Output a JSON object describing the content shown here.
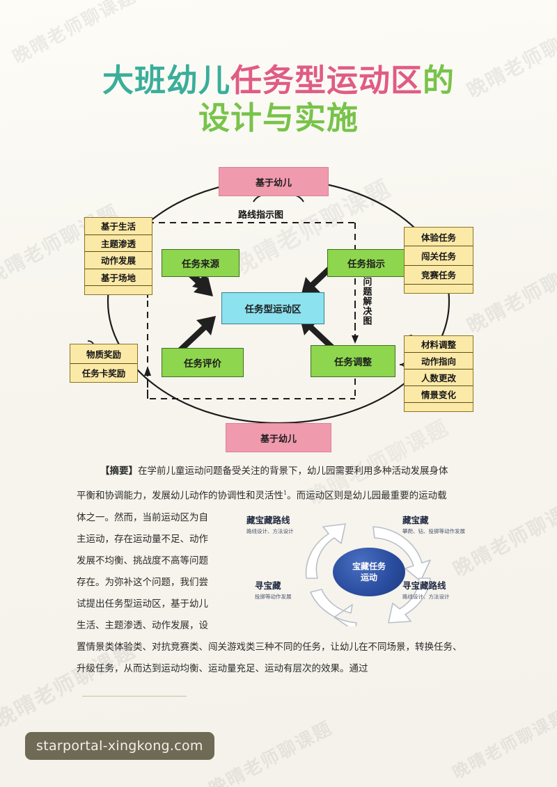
{
  "title": {
    "line1_part1": "大班幼儿",
    "line1_part2": "任务型运动区",
    "line1_part3": "的",
    "line2": "设计与实施"
  },
  "diagram": {
    "top_badge": "基于幼儿",
    "bottom_badge": "基于幼儿",
    "caption_top": "路线指示图",
    "caption_right_vertical": "问题解决图",
    "center_box": "任务型运动区",
    "green_boxes": {
      "top_left": "任务来源",
      "top_right": "任务指示",
      "bottom_left": "任务评价",
      "bottom_right": "任务调整"
    },
    "yellow_top_left": [
      "基于生活",
      "主题渗透",
      "动作发展",
      "基于场地"
    ],
    "yellow_top_right": [
      "体验任务",
      "闯关任务",
      "竞赛任务"
    ],
    "yellow_bottom_left": [
      "物质奖励",
      "任务卡奖励"
    ],
    "yellow_bottom_right": [
      "材料调整",
      "动作指向",
      "人数更改",
      "情景变化"
    ]
  },
  "abstract": {
    "label": "【摘要】",
    "line1": "在学前儿童运动问题备受关注的背景下，幼儿园需要利用多种活动发展身体",
    "line2_a": "平衡和协调能力，发展幼儿动作的协调性和灵活性",
    "line2_sup": "1",
    "line2_b": "。而运动区则是幼儿园最重要的运动载",
    "line3": "体之一。然而，当前运动区为自",
    "narrow_lines": [
      "主运动，存在运动量不足、动作",
      "发展不均衡、挑战度不高等问题",
      "存在。为弥补这个问题，我们尝",
      "试提出任务型运动区，基于幼儿",
      "生活、主题渗透、动作发展，设"
    ],
    "line_wide1": "置情景类体验类、对抗竞赛类、闯关游戏类三种不同的任务，让幼儿在不同场景，转换任务、",
    "line_wide2": "升级任务，从而达到运动均衡、运动量充足、运动有层次的效果。通过"
  },
  "cycle": {
    "center": "宝藏任务\n运动",
    "center_line1": "宝藏任务",
    "center_line2": "运动",
    "labels": [
      {
        "title": "藏宝藏路线",
        "sub": "路线设计、方法设计"
      },
      {
        "title": "藏宝藏",
        "sub": "攀爬、钻、投掷等动作发展"
      },
      {
        "title": "寻宝藏",
        "sub": "投掷等动作发展"
      },
      {
        "title": "寻宝藏路线",
        "sub": "路线设计、方法设计"
      }
    ]
  },
  "watermark": {
    "text": "晚晴老师聊课题",
    "chip": "starportal-xingkong.com"
  },
  "colors": {
    "title_teal": "#3aae9a",
    "title_pink": "#e05c84",
    "title_green": "#78c34a",
    "pink_box": "#f09aae",
    "green_box": "#8ed64e",
    "cyan_box": "#8ce2ef",
    "yellow_box": "#fbe9a7",
    "cycle_center": "#2b4ea0",
    "chip_bg": "#6e6a55"
  }
}
